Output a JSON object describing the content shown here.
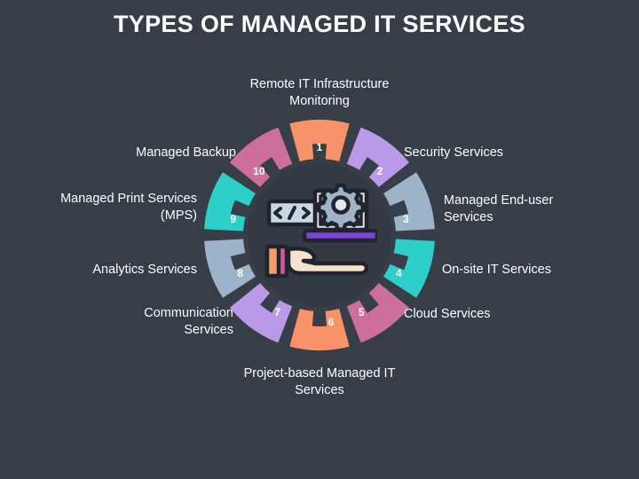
{
  "title": "TYPES OF MANAGED IT SERVICES",
  "background_color": "#373e47",
  "inner_circle_color": "#333a44",
  "text_color": "#ffffff",
  "center_icon": {
    "name": "managed-it-services-icon",
    "description": "Laptop with gear, code brackets and an open hand",
    "elements": [
      "laptop",
      "gear",
      "code-brackets",
      "hand"
    ],
    "colors": {
      "screen": "#b9c9da",
      "gear": "#9fb4ca",
      "gear_center": "#e4eaf2",
      "base": "#7b45d6",
      "code_panel": "#c9d6e4",
      "hand": "#f8e2cc",
      "cuff_orange": "#f79c6b",
      "cuff_pink": "#cb5f95",
      "outline": "#20242b"
    }
  },
  "segments": [
    {
      "number": "1",
      "label": "Remote IT Infrastructure\nMonitoring",
      "color": "#f99268",
      "label_pos": "top",
      "label_align": "center"
    },
    {
      "number": "2",
      "label": "Security Services",
      "color": "#b99ae8",
      "label_pos": "upper-right",
      "label_align": "left"
    },
    {
      "number": "3",
      "label": "Managed End-user\nServices",
      "color": "#9cb3ca",
      "label_pos": "right-upper",
      "label_align": "left"
    },
    {
      "number": "4",
      "label": "On-site IT Services",
      "color": "#2ecfcb",
      "label_pos": "right-lower",
      "label_align": "left"
    },
    {
      "number": "5",
      "label": "Cloud Services",
      "color": "#ce6f99",
      "label_pos": "lower-right",
      "label_align": "left"
    },
    {
      "number": "6",
      "label": "Project-based Managed IT\nServices",
      "color": "#f99268",
      "label_pos": "bottom",
      "label_align": "center"
    },
    {
      "number": "7",
      "label": "Communication\nServices",
      "color": "#b99ae8",
      "label_pos": "lower-left",
      "label_align": "right"
    },
    {
      "number": "8",
      "label": "Analytics Services",
      "color": "#9cb3ca",
      "label_pos": "left-lower",
      "label_align": "right"
    },
    {
      "number": "9",
      "label": "Managed Print Services\n(MPS)",
      "color": "#2ecfcb",
      "label_pos": "left-upper",
      "label_align": "right"
    },
    {
      "number": "10",
      "label": "Managed Backup",
      "color": "#ce6f99",
      "label_pos": "upper-left",
      "label_align": "right"
    }
  ]
}
